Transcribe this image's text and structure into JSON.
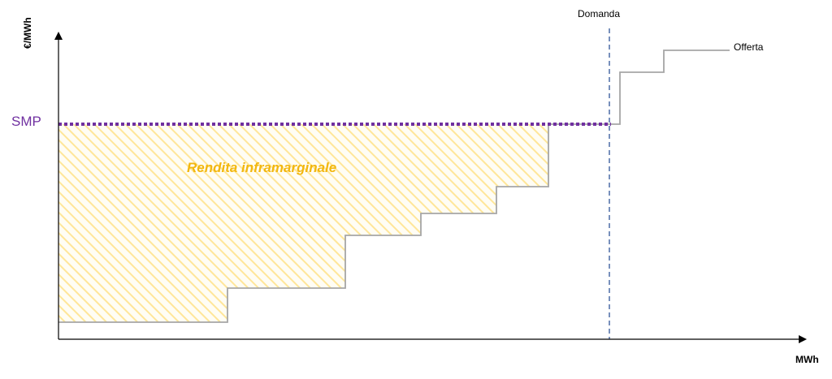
{
  "diagram": {
    "y_axis_label": "€/MWh",
    "x_axis_label": "MWh",
    "price_line_label": "SMP",
    "demand_label": "Domanda",
    "supply_label": "Offerta",
    "area_label": "Rendita inframarginale"
  },
  "colors": {
    "axis": "#000000",
    "supply_curve": "#a6a6a6",
    "demand_line": "#2f5597",
    "price_line": "#7030a0",
    "rent_hatch": "#ffe699",
    "rent_text": "#f2b70f"
  }
}
